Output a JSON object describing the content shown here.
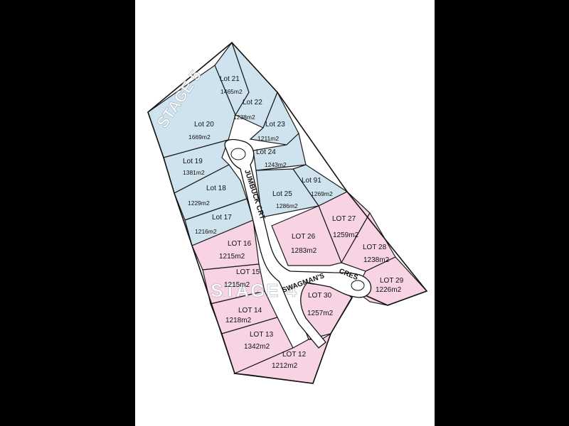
{
  "colors": {
    "stage5_fill": "#cfe3ee",
    "stage4_fill": "#f7d3e3",
    "frame": "#000000",
    "paper": "#ffffff"
  },
  "stages": {
    "stage5": "STAGE 5",
    "stage4": "STAGE 4"
  },
  "roads": {
    "court": "JUMBUCK CRT",
    "crescent_a": "SWAGMAN'S",
    "crescent_b": "CRES"
  },
  "lots": {
    "lot21": {
      "label": "Lot 21",
      "area": "1465m2"
    },
    "lot22": {
      "label": "Lot 22",
      "area": "1238m2"
    },
    "lot20": {
      "label": "Lot 20",
      "area": "1669m2"
    },
    "lot23": {
      "label": "Lot 23",
      "area": "1211m2"
    },
    "lot24": {
      "label": "Lot 24",
      "area": "1243m2"
    },
    "lot19": {
      "label": "Lot 19",
      "area": "1381m2"
    },
    "lot91": {
      "label": "Lot 91",
      "area": "1269m2"
    },
    "lot18": {
      "label": "Lot 18",
      "area": "1229m2"
    },
    "lot25": {
      "label": "Lot 25",
      "area": "1286m2"
    },
    "lot17": {
      "label": "Lot 17",
      "area": "1216m2"
    },
    "lot27": {
      "label": "LOT 27",
      "area": "1259m2"
    },
    "lot16": {
      "label": "LOT 16",
      "area": "1215m2"
    },
    "lot26": {
      "label": "LOT 26",
      "area": "1283m2"
    },
    "lot28": {
      "label": "LOT 28",
      "area": "1238m2"
    },
    "lot15": {
      "label": "LOT 15",
      "area": "1215m2"
    },
    "lot29": {
      "label": "LOT 29",
      "area": "1226m2"
    },
    "lot30": {
      "label": "LOT 30",
      "area": "1257m2"
    },
    "lot14": {
      "label": "LOT 14",
      "area": "1218m2"
    },
    "lot13": {
      "label": "LOT 13",
      "area": "1342m2"
    },
    "lot12": {
      "label": "LOT 12",
      "area": "1212m2"
    }
  }
}
